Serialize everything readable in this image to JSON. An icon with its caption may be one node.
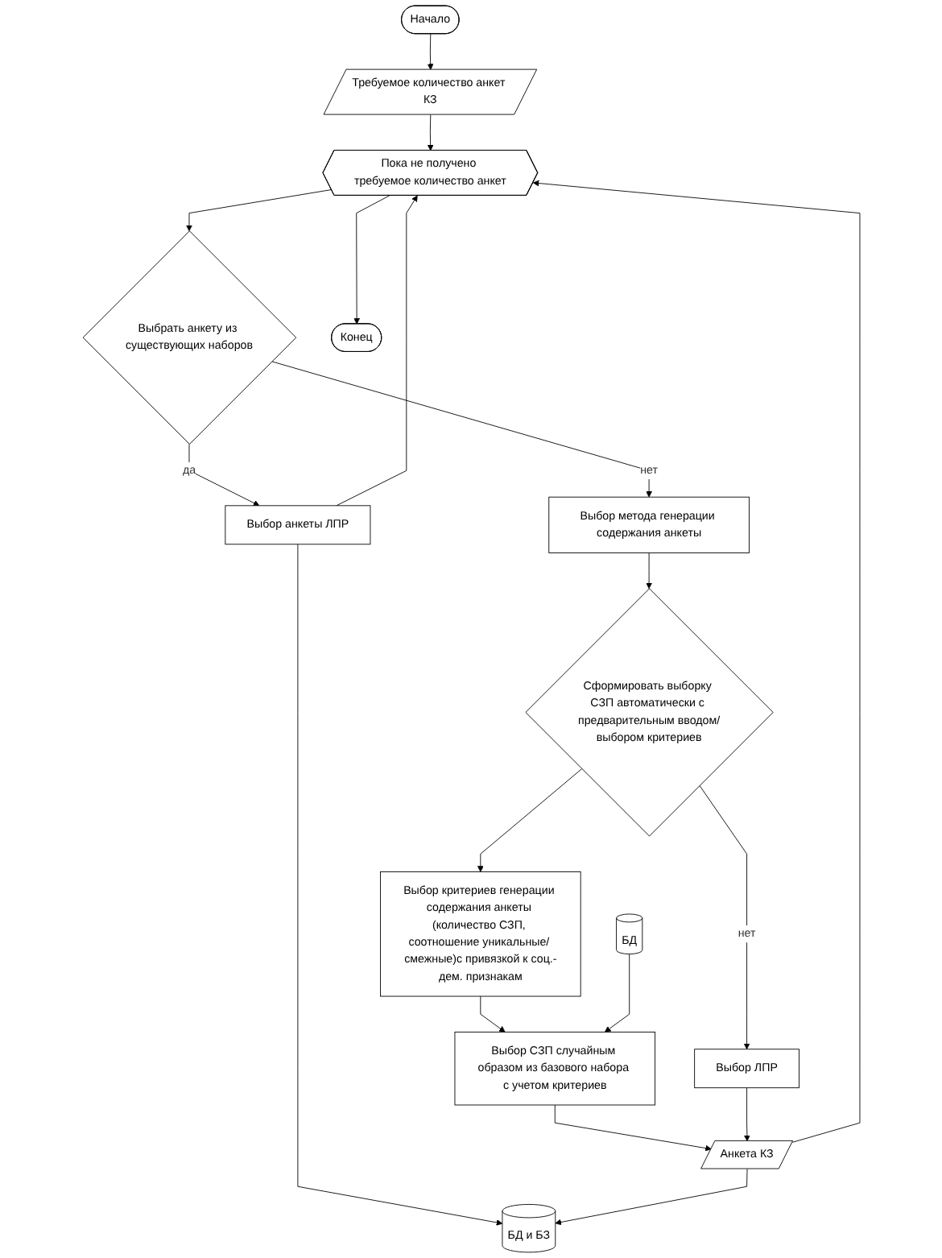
{
  "diagram": {
    "nodes": [
      {
        "text": [
          "Начало"
        ]
      },
      {
        "text": [
          "Требуемое количество анкет КЗ"
        ]
      },
      {
        "text": [
          "Пока не получено требуемое количество анкет"
        ]
      },
      {
        "text": [
          "Выбрать анкету из существующих наборов"
        ]
      },
      {
        "text": [
          "Выбор метода генерации содержания анкеты"
        ]
      },
      {
        "text": [
          "Сформировать выборку СЗП автоматически с предварительным вводом/выбором критериев"
        ]
      },
      {
        "text": [
          "Выбор ЛПР"
        ]
      },
      {
        "text": [
          "Выбор критериев генерации содержания анкеты (количество СЗП, соотношение уникальные/ смежные)с привязкой к соц.-дем. признакам"
        ]
      },
      {
        "text": [
          "Выбор анкеты ЛПР"
        ]
      },
      {
        "text": [
          "Выбор СЗП случайным образом из базового набора с учетом критериев"
        ]
      },
      {
        "text": [
          "БД"
        ]
      },
      {
        "text": [
          "БД и БЗ"
        ]
      },
      {
        "text": [
          "Анкета КЗ"
        ]
      },
      {
        "text": [
          "Конец"
        ]
      }
    ],
    "edges": [
      {
        "from": 0,
        "to": 1,
        "arrow": "to"
      },
      {
        "from": 1,
        "to": 2,
        "arrow": "to"
      },
      {
        "from": 2,
        "to": 3,
        "arrow": "to"
      },
      {
        "from": 3,
        "to": 4,
        "arrow": "to",
        "label": "нет"
      },
      {
        "from": 3,
        "to": 8,
        "arrow": "to",
        "label": "да"
      },
      {
        "from": 4,
        "to": 5,
        "arrow": "to"
      },
      {
        "from": 5,
        "to": 7,
        "arrow": "to"
      },
      {
        "from": 5,
        "to": 6,
        "arrow": "to",
        "label": "нет"
      },
      {
        "from": 7,
        "to": 9,
        "arrow": "to"
      },
      {
        "from": 10,
        "to": 9,
        "arrow": "to"
      },
      {
        "from": 9,
        "to": 12,
        "arrow": "to"
      },
      {
        "from": 6,
        "to": 12,
        "arrow": "to"
      },
      {
        "from": 8,
        "to": 2,
        "arrow": "to"
      },
      {
        "from": 8,
        "to": 11,
        "arrow": "to"
      },
      {
        "from": 12,
        "to": 11,
        "arrow": "to"
      },
      {
        "from": 12,
        "to": 2,
        "arrow": "to"
      },
      {
        "from": 2,
        "to": 13,
        "arrow": "to"
      }
    ]
  }
}
